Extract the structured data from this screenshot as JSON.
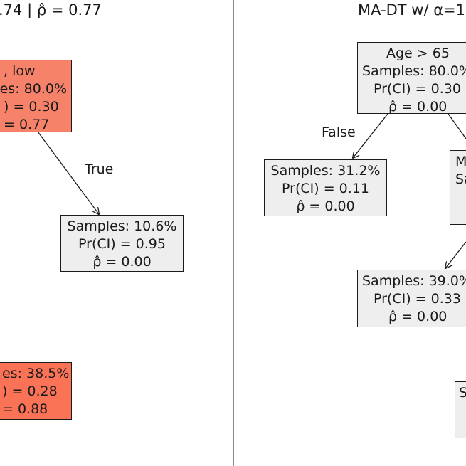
{
  "titles": {
    "left": ".74 | ρ̂ = 0.77",
    "right": "MA-DT w/ α=1"
  },
  "edge_labels": {
    "left_true": "True",
    "right_false": "False"
  },
  "left_tree": {
    "root": {
      "lines": [
        ", low",
        "es: 80.0%",
        ") = 0.30",
        "= 0.77"
      ],
      "fill": "#f6826a"
    },
    "true_child": {
      "lines": [
        "Samples: 10.6%",
        "Pr(CI) = 0.95",
        "ρ̂ = 0.00"
      ],
      "fill": "#efeeee"
    },
    "lower_node": {
      "lines": [
        "es: 38.5%",
        ") = 0.28",
        "= 0.88"
      ],
      "fill": "#fa7357"
    }
  },
  "right_tree": {
    "root": {
      "lines": [
        "Age > 65",
        "Samples: 80.0%",
        "Pr(CI) = 0.30",
        "ρ̂ = 0.00"
      ],
      "fill": "#efeeee"
    },
    "false_child": {
      "lines": [
        "Samples: 31.2%",
        "Pr(CI) = 0.11",
        "ρ̂ = 0.00"
      ],
      "fill": "#efeeee"
    },
    "true_child": {
      "lines": [
        "M",
        "Sa"
      ],
      "fill": "#efeeee"
    },
    "grandchild": {
      "lines": [
        "Samples: 39.0%",
        "Pr(CI) = 0.33",
        "ρ̂ = 0.00"
      ],
      "fill": "#efeeee"
    },
    "bottom_partial": {
      "lines": [
        "S"
      ],
      "fill": "#efeeee"
    }
  }
}
